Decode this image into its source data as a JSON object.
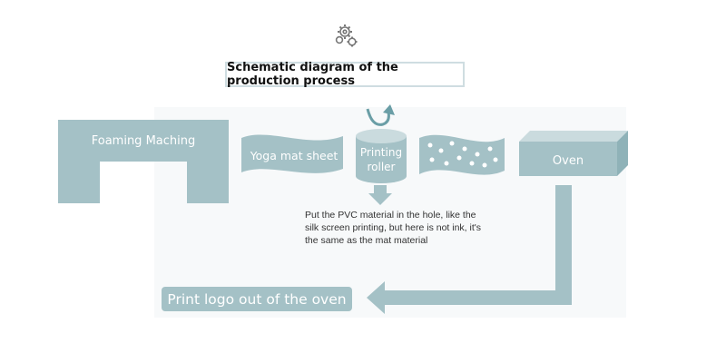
{
  "title": "Schematic diagram of the production process",
  "steps": {
    "foaming": "Foaming Maching",
    "sheet": "Yoga mat sheet",
    "roller_line1": "Printing",
    "roller_line2": "roller",
    "oven": "Oven",
    "final": "Print logo out of the oven"
  },
  "note": {
    "line1": "Put the PVC material in the hole, like the",
    "line2": "silk screen printing, but here is not ink, it's",
    "line3": "the same as the mat material"
  },
  "colors": {
    "shape_fill": "#a4c1c6",
    "shape_light": "#cadbde",
    "panel_bg": "#f7f9fa",
    "text_dark": "#111111"
  },
  "icons": {
    "header": "gears-icon",
    "roller_top": "curved-arrow-icon",
    "roller_bottom": "down-arrow-icon"
  }
}
